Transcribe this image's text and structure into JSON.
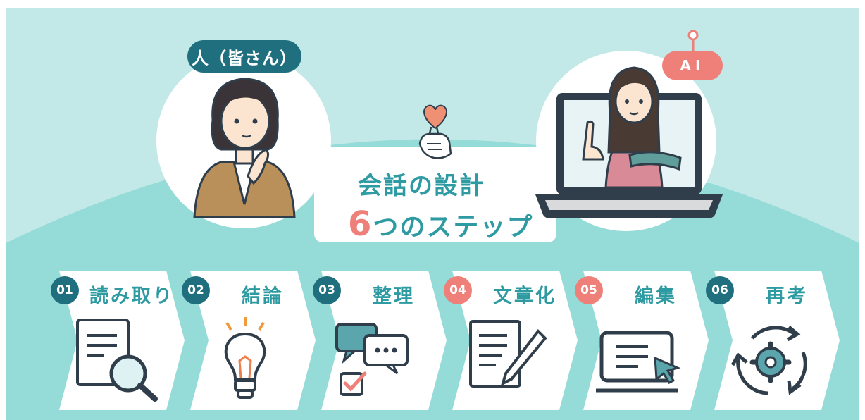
{
  "header": {
    "person_label": "人（皆さん）",
    "ai_label": "AI",
    "title_line1": "会話の設計",
    "title_number": "6",
    "title_line2_rest": "つのステップ"
  },
  "steps": [
    {
      "number": "01",
      "label": "読み取り",
      "icon": "document-search-icon",
      "badge_color": "#1f6f7f"
    },
    {
      "number": "02",
      "label": "結論",
      "icon": "lightbulb-icon",
      "badge_color": "#1f6f7f"
    },
    {
      "number": "03",
      "label": "整理",
      "icon": "chat-check-icon",
      "badge_color": "#1f6f7f"
    },
    {
      "number": "04",
      "label": "文章化",
      "icon": "document-pen-icon",
      "badge_color": "#ef7f79"
    },
    {
      "number": "05",
      "label": "編集",
      "icon": "screen-cursor-icon",
      "badge_color": "#ef7f79"
    },
    {
      "number": "06",
      "label": "再考",
      "icon": "gear-cycle-icon",
      "badge_color": "#1f6f7f"
    }
  ],
  "colors": {
    "background": "#c2e9e8",
    "mound": "#95dbd8",
    "teal_dark": "#1f6f7f",
    "teal_text": "#2e9ba2",
    "coral": "#ef7f79",
    "icon_stroke": "#2f3e4a"
  }
}
